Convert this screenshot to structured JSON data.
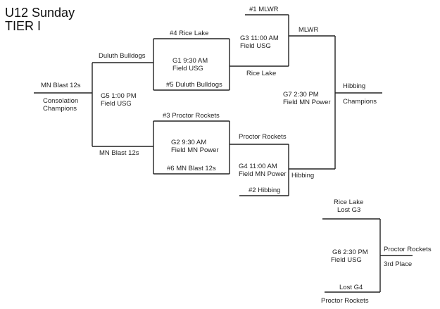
{
  "title": {
    "line1": "U12 Sunday",
    "line2": "TIER I"
  },
  "games": {
    "g1": {
      "label": "G1  9:30 AM",
      "field": "Field USG",
      "top_team": "#4  Rice Lake",
      "bottom_team": "#5  Duluth Bulldogs",
      "winner": "Rice Lake"
    },
    "g2": {
      "label": "G2  9:30 AM",
      "field": "Field MN Power",
      "top_team": "#3  Proctor Rockets",
      "bottom_team": "#6  MN Blast 12s",
      "winner": "Proctor Rockets"
    },
    "g3": {
      "label": "G3  11:00 AM",
      "field": "Field USG",
      "top_team": "#1 MLWR",
      "winner": "MLWR"
    },
    "g4": {
      "label": "G4  11:00 AM",
      "field": "Field MN Power",
      "bottom_team": "#2 Hibbing",
      "winner": "Hibbing"
    },
    "g5": {
      "label": "G5  1:00 PM",
      "field": "Field USG",
      "top_team": "Duluth Bulldogs",
      "bottom_team": "MN Blast 12s",
      "winner": "MN Blast 12s",
      "result": "Consolation",
      "result2": "Champions"
    },
    "g6": {
      "label": "G6 2:30 PM",
      "field": "Field USG",
      "top_team": "Rice Lake",
      "top_note": "Lost G3",
      "bottom_note": "Lost G4",
      "bottom_team": "Proctor Rockets",
      "winner": "Proctor Rockets",
      "result": "3rd Place"
    },
    "g7": {
      "label": "G7 2:30 PM",
      "field": "Field MN Power",
      "winner": "Hibbing",
      "result": "Champions"
    }
  }
}
